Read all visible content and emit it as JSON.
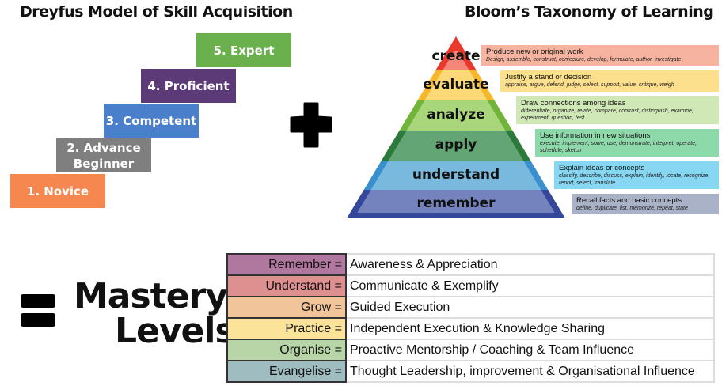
{
  "dreyfus": {
    "title": "Dreyfus Model of Skill Acquisition",
    "steps": [
      {
        "label": "1. Novice",
        "color": "#f5874f"
      },
      {
        "label": "2. Advance Beginner",
        "color": "#7f7f7f"
      },
      {
        "label": "3. Competent",
        "color": "#4a7fcb"
      },
      {
        "label": "4. Proficient",
        "color": "#5c3a78"
      },
      {
        "label": "5. Expert",
        "color": "#6ab04c"
      }
    ]
  },
  "bloom": {
    "title": "Bloom’s Taxonomy of Learning",
    "levels": [
      {
        "name": "create",
        "fill": "#f4877a",
        "edge": "#e8392c",
        "box": "#f6b4a0",
        "heading": "Produce new or original work",
        "verbs": "Design, assemble, construct, conjecture, develop, formulate, author, investigate"
      },
      {
        "name": "evaluate",
        "fill": "#fbd976",
        "edge": "#f6b72a",
        "box": "#fde08e",
        "heading": "Justify a stand or decision",
        "verbs": "appraise, argue, defend, judge, select, support, value, critique, weigh"
      },
      {
        "name": "analyze",
        "fill": "#a9d57b",
        "edge": "#71b43a",
        "box": "#cfe8b5",
        "heading": "Draw connections among ideas",
        "verbs": "differentiate, organize, relate, compare, contrast, distinguish, examine, experiment, question, test"
      },
      {
        "name": "apply",
        "fill": "#63a574",
        "edge": "#2b7a3c",
        "box": "#8ed9aa",
        "heading": "Use information in new situations",
        "verbs": "execute, implement, solve, use, demonstrate, interpret, operate, schedule, sketch"
      },
      {
        "name": "understand",
        "fill": "#7ab9de",
        "edge": "#3a8fcf",
        "box": "#87d7f2",
        "heading": "Explain ideas or concepts",
        "verbs": "classify, describe, discuss, explain, identify, locate, recognize, report, select, translate"
      },
      {
        "name": "remember",
        "fill": "#7482bd",
        "edge": "#34479a",
        "box": "#a9b2c6",
        "heading": "Recall facts and basic concepts",
        "verbs": "define, duplicate, list, memorize, repeat, state"
      }
    ]
  },
  "mastery": {
    "line1": "Mastery",
    "line2": "Levels",
    "rows": [
      {
        "key": "Remember =",
        "value": "Awareness & Appreciation",
        "color": "#b0789f"
      },
      {
        "key": "Understand =",
        "value": "Communicate & Exemplify",
        "color": "#de8f8f"
      },
      {
        "key": "Grow =",
        "value": "Guided Execution",
        "color": "#f2c49a"
      },
      {
        "key": "Practice =",
        "value": "Independent Execution & Knowledge Sharing",
        "color": "#fbe39a"
      },
      {
        "key": "Organise =",
        "value": "Proactive Mentorship / Coaching & Team Influence",
        "color": "#b7d5a6"
      },
      {
        "key": "Evangelise =",
        "value": "Thought Leadership, improvement & Organisational Influence",
        "color": "#9fbcc1"
      }
    ]
  }
}
